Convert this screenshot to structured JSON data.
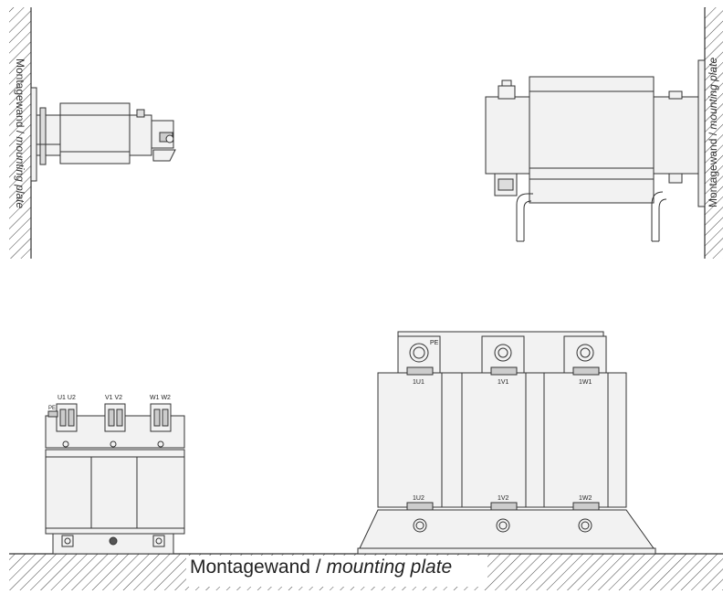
{
  "labels": {
    "wall_de": "Montagewand",
    "separator": " / ",
    "wall_en": "mounting plate"
  },
  "small_choke": {
    "top_labels": [
      "U1 U2",
      "V1 V2",
      "W1 W2"
    ],
    "pe": "PE"
  },
  "large_choke": {
    "pe": "PE",
    "top_terminals": [
      "1U1",
      "1V1",
      "1W1"
    ],
    "bottom_terminals": [
      "1U2",
      "1V2",
      "1W2"
    ]
  },
  "colors": {
    "stroke": "#333333",
    "fill": "#f2f2f2",
    "wall_fill": "#ffffff"
  }
}
